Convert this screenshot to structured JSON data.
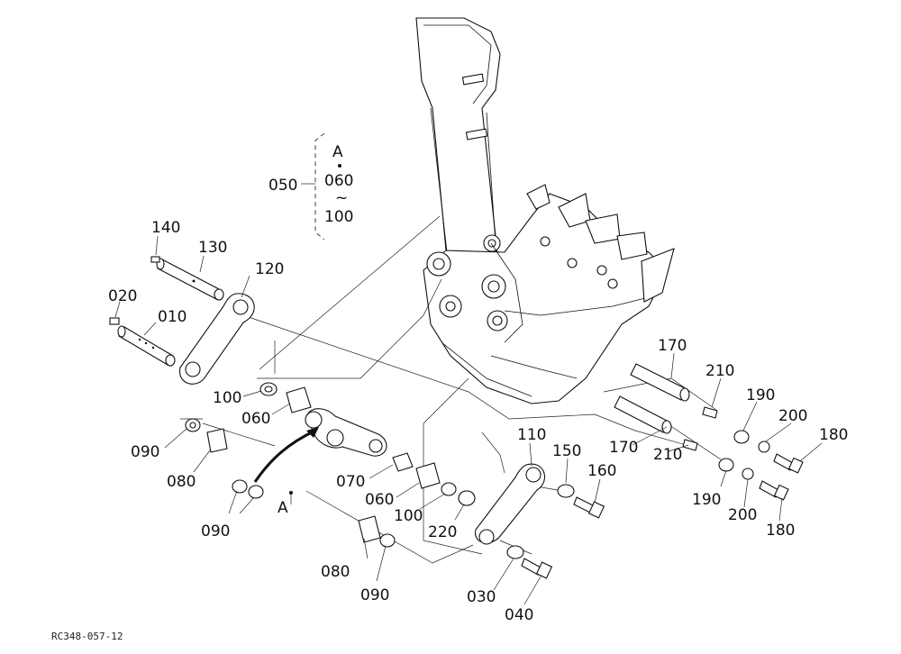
{
  "labels": {
    "p010": "010",
    "p020": "020",
    "p030": "030",
    "p040": "040",
    "p050": "050",
    "p060a": "060",
    "p060b": "060",
    "p070": "070",
    "p080a": "080",
    "p080b": "080",
    "p090a": "090",
    "p090b": "090",
    "p090c": "090",
    "p100a": "100",
    "p100b": "100",
    "p110": "110",
    "p120": "120",
    "p130": "130",
    "p140": "140",
    "p150": "150",
    "p160": "160",
    "p170a": "170",
    "p170b": "170",
    "p180a": "180",
    "p180b": "180",
    "p190a": "190",
    "p190b": "190",
    "p200a": "200",
    "p200b": "200",
    "p210a": "210",
    "p210b": "210",
    "p220": "220"
  },
  "kit": {
    "letter": "A",
    "from": "060",
    "tilde": "~",
    "to": "100"
  },
  "detail_marker": "A",
  "drawing_code": "RC348-057-12"
}
